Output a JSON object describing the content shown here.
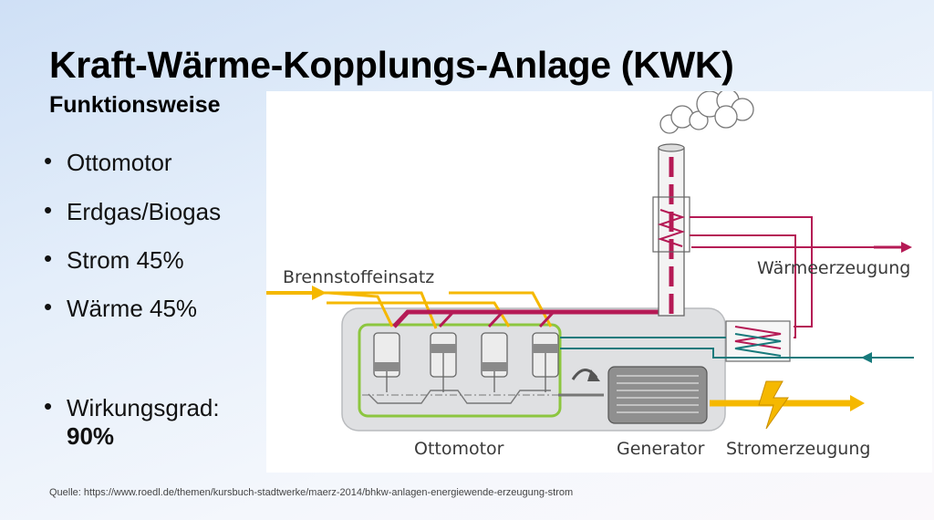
{
  "slide": {
    "title": "Kraft-Wärme-Kopplungs-Anlage (KWK)",
    "subtitle": "Funktionsweise",
    "bullets": [
      {
        "text": "Ottomotor"
      },
      {
        "text": "Erdgas/Biogas"
      },
      {
        "text": "Strom 45%"
      },
      {
        "text": "Wärme 45%"
      },
      {
        "text": "Wirkungsgrad:",
        "strong": "90%"
      }
    ],
    "source": "Quelle: https://www.roedl.de/themen/kursbuch-stadtwerke/maerz-2014/bhkw-anlagen-energiewende-erzeugung-strom"
  },
  "diagram": {
    "labels": {
      "fuel": "Brennstoffeinsatz",
      "heat": "Wärmeerzeugung",
      "engine": "Ottomotor",
      "generator": "Generator",
      "power": "Stromerzeugung"
    },
    "colors": {
      "fuel": "#f5b800",
      "exhaust": "#b51a55",
      "return": "#177a7c",
      "engine_box": "#8cc63f",
      "housing": "#dfe0e2"
    },
    "icons": [
      "smoke-cloud-icon",
      "lightning-icon"
    ]
  }
}
